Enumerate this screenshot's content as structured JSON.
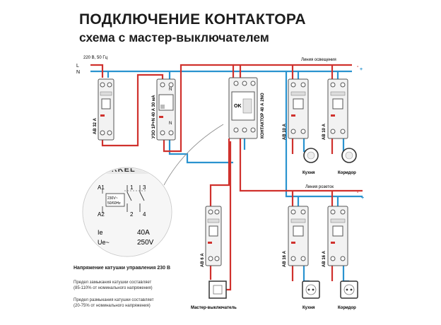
{
  "header": {
    "title": "ПОДКЛЮЧЕНИЕ КОНТАКТОРА",
    "subtitle": "схема с мастер-выключателем"
  },
  "supply": {
    "voltage": "220 В, 50 Гц",
    "line_l": "L",
    "line_n": "N"
  },
  "lines": {
    "lighting": "Линия освещения",
    "sockets": "Линия розеток",
    "minus": "-",
    "plus": "+"
  },
  "devices": {
    "main_breaker": "АВ 32 А",
    "rcd": "УЗО 1P+N 40 A 30 мА",
    "contactor": "КОНТАКТОР 40 А 2NO",
    "light_breaker_1": "АВ 10 А",
    "light_breaker_2": "АВ 10 А",
    "master_breaker": "АВ 6 А",
    "socket_breaker_1": "АВ 16 А",
    "socket_breaker_2": "АВ 16 А",
    "brand": "WERKEL"
  },
  "loads": {
    "lamp_kitchen": "Кухня",
    "lamp_corridor": "Коридор",
    "switch_label": "Мастер-выключатель",
    "socket_kitchen": "Кухня",
    "socket_corridor": "Коридор"
  },
  "rcd_terminals": {
    "n_top": "N",
    "n_bottom": "N"
  },
  "zoom": {
    "brand": "WERKEL",
    "a1": "A1",
    "a2": "A2",
    "coil_line1": "230V~",
    "coil_line2": "50/60Hz",
    "c1": "1",
    "c2": "2",
    "c3": "3",
    "c4": "4",
    "ie": "Ie",
    "ue": "Ue~",
    "val1": "40A",
    "val2": "250V"
  },
  "notes": {
    "coil_voltage": "Напряжение катушки управления 230 В",
    "close_1": "Предел замыкания катушки составляет",
    "close_2": "(85-110% от номинального напряжения)",
    "open_1": "Предел размыкания катушки составляет",
    "open_2": "(20-75% от номинального напряжения)"
  },
  "colors": {
    "phase": "#d0312d",
    "neutral": "#2a93cf",
    "device_body": "#f2f2f2",
    "outline": "#555555"
  }
}
